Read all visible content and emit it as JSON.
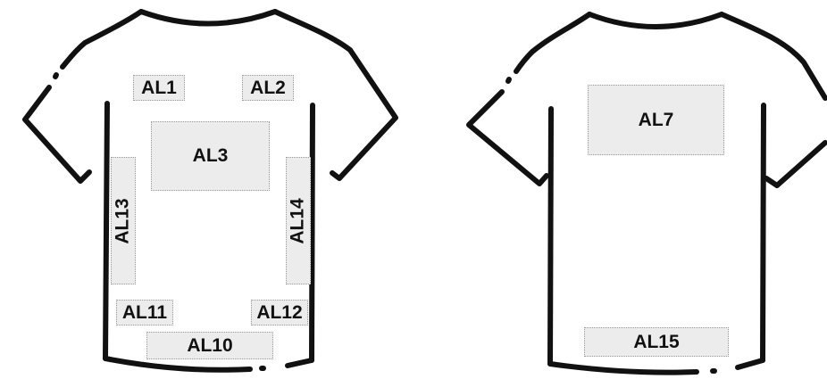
{
  "front": {
    "zones": {
      "al1": "AL1",
      "al2": "AL2",
      "al3": "AL3",
      "al13": "AL13",
      "al14": "AL14",
      "al11": "AL11",
      "al12": "AL12",
      "al10": "AL10"
    }
  },
  "back": {
    "zones": {
      "al7": "AL7",
      "al15": "AL15"
    }
  },
  "colors": {
    "outline": "#111111",
    "zone_fill": "#ececec",
    "zone_border": "#9a9a9a"
  }
}
